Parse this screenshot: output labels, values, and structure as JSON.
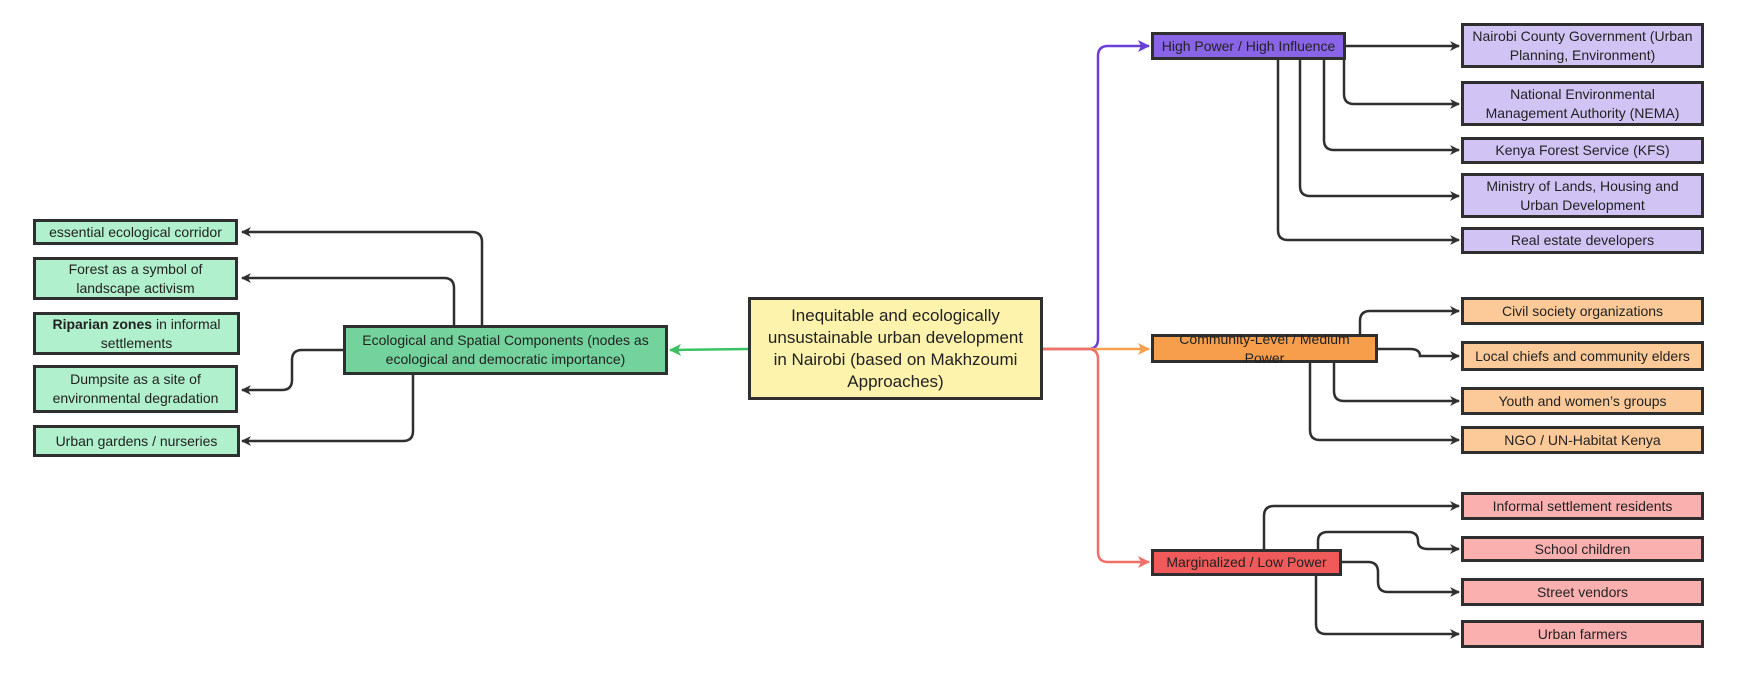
{
  "central": {
    "label": "Inequitable and ecologically unsustainable urban development in Nairobi (based on Makhzoumi Approaches)"
  },
  "ecological": {
    "label": "Ecological and Spatial Components (nodes as ecological and democratic importance)",
    "items": {
      "corridor": "essential ecological corridor",
      "forest": "Forest as a symbol of landscape activism",
      "riparian_bold": "Riparian zones",
      "riparian_rest": " in informal settlements",
      "dumpsite": "Dumpsite as a site of environmental degradation",
      "gardens": "Urban gardens / nurseries"
    }
  },
  "high_power": {
    "label": "High Power / High Influence",
    "items": [
      "Nairobi County Government (Urban Planning, Environment)",
      "National Environmental Management Authority (NEMA)",
      "Kenya Forest Service (KFS)",
      "Ministry of Lands, Housing and Urban Development",
      "Real estate developers"
    ]
  },
  "community": {
    "label": "Community-Level / Medium Power",
    "items": [
      "Civil society organizations",
      "Local chiefs and community elders",
      "Youth and women’s groups",
      "NGO / UN-Habitat Kenya"
    ]
  },
  "marginalized": {
    "label": "Marginalized / Low Power",
    "items": [
      "Informal settlement residents",
      "School children",
      "Street vendors",
      "Urban farmers"
    ]
  },
  "colors": {
    "ecological_edge": "#3cc264",
    "high_power_edge": "#6a3fd8",
    "community_edge": "#f4a04f",
    "marginalized_edge": "#f0706a",
    "leaf_edge": "#2f2f2f"
  }
}
